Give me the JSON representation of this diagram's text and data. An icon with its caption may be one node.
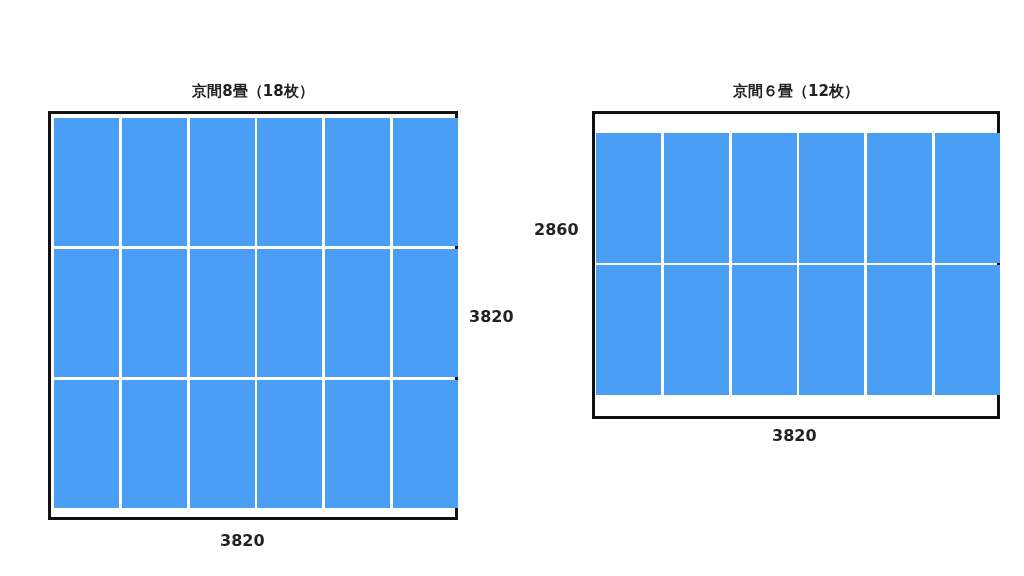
{
  "diagram": {
    "nodes": [
      {
        "text": [
          "京間8畳（18枚）"
        ]
      },
      {
        "text": [],
        "shape": "box",
        "in": 0
      },
      {
        "text": [],
        "shape": "box",
        "in": 0
      },
      {
        "text": [],
        "shape": "box",
        "in": 0
      },
      {
        "text": [],
        "shape": "box",
        "in": 0
      },
      {
        "text": [],
        "shape": "box",
        "in": 0
      },
      {
        "text": [],
        "shape": "box",
        "in": 0
      },
      {
        "text": [],
        "shape": "box",
        "in": 0
      },
      {
        "text": [],
        "shape": "box",
        "in": 0
      },
      {
        "text": [],
        "shape": "box",
        "in": 0
      },
      {
        "text": [],
        "shape": "box",
        "in": 0
      },
      {
        "text": [],
        "shape": "box",
        "in": 0
      },
      {
        "text": [],
        "shape": "box",
        "in": 0
      },
      {
        "text": [],
        "shape": "box",
        "in": 0
      },
      {
        "text": [],
        "shape": "box",
        "in": 0
      },
      {
        "text": [],
        "shape": "box",
        "in": 0
      },
      {
        "text": [],
        "shape": "box",
        "in": 0
      },
      {
        "text": [],
        "shape": "box",
        "in": 0
      },
      {
        "text": [],
        "shape": "box",
        "in": 0
      },
      {
        "text": [
          "京間６畳（12枚）"
        ]
      },
      {
        "text": [],
        "shape": "box",
        "in": 19
      },
      {
        "text": [],
        "shape": "box",
        "in": 19
      },
      {
        "text": [],
        "shape": "box",
        "in": 19
      },
      {
        "text": [],
        "shape": "box",
        "in": 19
      },
      {
        "text": [],
        "shape": "box",
        "in": 19
      },
      {
        "text": [],
        "shape": "box",
        "in": 19
      },
      {
        "text": [],
        "shape": "box",
        "in": 19
      },
      {
        "text": [],
        "shape": "box",
        "in": 19
      },
      {
        "text": [],
        "shape": "box",
        "in": 19
      },
      {
        "text": [],
        "shape": "box",
        "in": 19
      },
      {
        "text": [],
        "shape": "box",
        "in": 19
      },
      {
        "text": [],
        "shape": "box",
        "in": 19
      }
    ],
    "labels": [
      "2860",
      "3820",
      "3820",
      "3820"
    ]
  }
}
